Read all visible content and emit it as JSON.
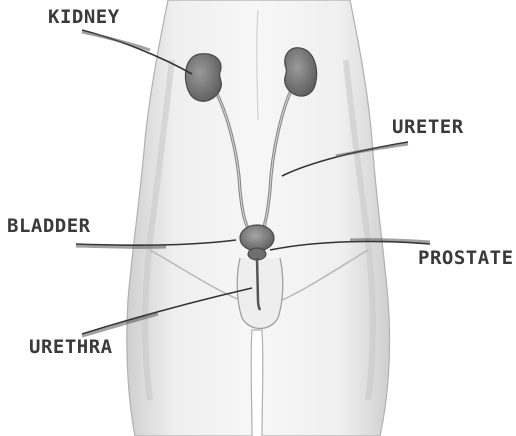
{
  "labels": {
    "kidney": "KIDNEY",
    "ureter": "URETER",
    "bladder": "BLADDER",
    "prostate": "PROSTATE",
    "urethra": "URETHRA"
  },
  "colors": {
    "background": "#ffffff",
    "skin_shading": "#e4e4e4",
    "outline": "#9a9a9a",
    "organ": "#7d7d7d",
    "organ_dark": "#555555",
    "label_text": "#3a3a3a",
    "pointer_line": "#333333"
  }
}
